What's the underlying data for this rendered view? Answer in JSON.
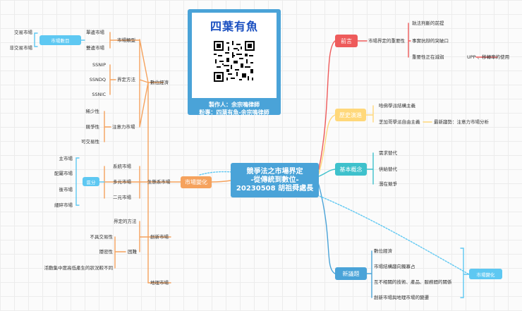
{
  "card": {
    "title": "四葉有魚",
    "maker": "製作人：余宗鳴律師",
    "fans": "粉專：四葉有魚-余宗鳴律師"
  },
  "center": {
    "line1": "競爭法之市場界定",
    "line2": "-從傳統到數位-",
    "line3": "20230508 胡祖舜處長"
  },
  "colors": {
    "orange": "#f5a25d",
    "red": "#ee5b5b",
    "yellow": "#ffd87a",
    "teal": "#3ec1cc",
    "blue": "#4aa3d8",
    "light_blue": "#5ec8f2"
  },
  "left": {
    "hub": "市場變化",
    "digital": {
      "label": "數位經濟",
      "market_type": {
        "label": "市場類型",
        "single": "單邊市場",
        "double": "雙邊市場",
        "group_label": "市場數目",
        "trading": "交易市場",
        "non_trading": "非交易市場"
      },
      "method": {
        "label": "界定方法",
        "items": [
          "SSNIP",
          "SSNDQ",
          "SSNIC"
        ]
      },
      "attention": {
        "label": "注意力市場",
        "items": [
          "稀少性",
          "競爭性",
          "可交易性"
        ]
      }
    },
    "ecosystem": {
      "label": "生態系市場",
      "items": [
        "系統市場",
        "多元市場",
        "二元市場"
      ],
      "group_label": "區分",
      "sub": [
        "主市場",
        "配屬市場",
        "後市場",
        "細碎市場"
      ]
    },
    "innovation": {
      "label": "創新市場",
      "method": "界定的方法",
      "difficulty": {
        "label": "困難",
        "items": [
          "不具交易性",
          "隱密性",
          "活動集中度高低產生的狀況較不同"
        ]
      }
    },
    "geo": "地理市場"
  },
  "right": {
    "intro": {
      "label": "前言",
      "sub": "市場界定的重要性",
      "items": [
        "執法判斷的前提",
        "事實抗辯的突破口",
        "重要性正在減弱"
      ],
      "extra": "UPP 、移轉率的使用"
    },
    "history": {
      "label": "歷史演進",
      "items": [
        "哈佛學派結構主義",
        "芝加哥學派自由主義"
      ],
      "trend": "最新趨勢：注意力市場分析"
    },
    "basics": {
      "label": "基本概念",
      "items": [
        "需求替代",
        "供給替代",
        "潛在競爭"
      ]
    },
    "issues": {
      "label": "新議題",
      "items": [
        "數位經濟",
        "市場結構趨向獨寡占",
        "互不相關的技術、產品、服務間的關係",
        "創新市場與地理市場的變遷"
      ],
      "summary": "市場變化"
    }
  }
}
